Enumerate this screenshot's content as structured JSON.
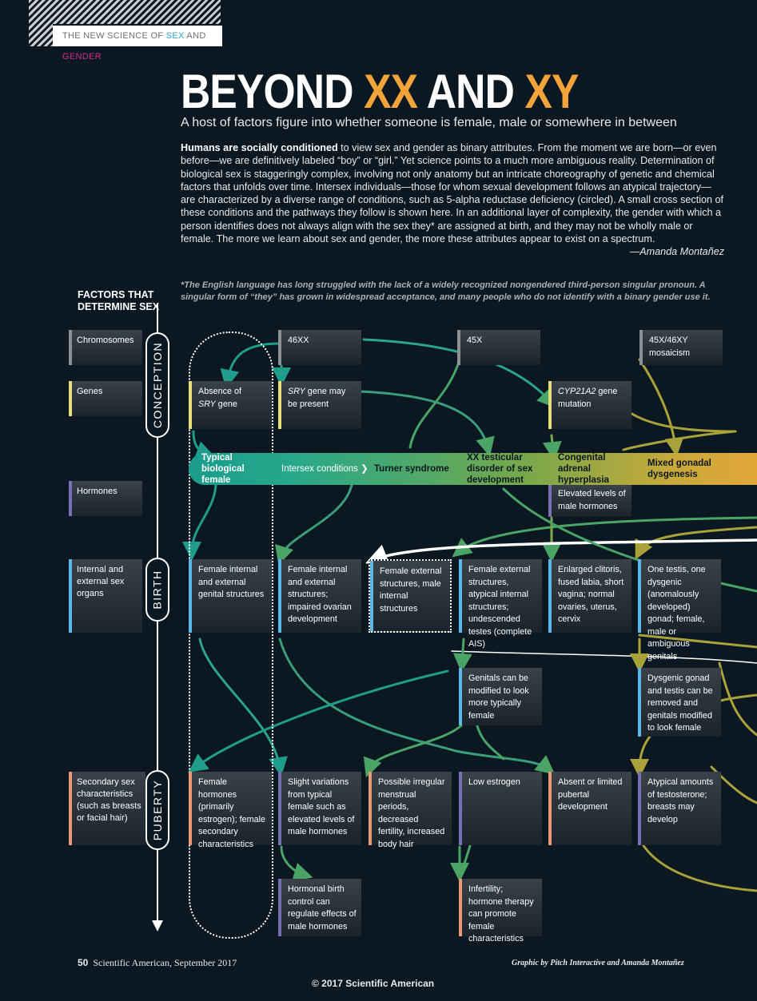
{
  "header": {
    "section_prefix": "THE NEW SCIENCE OF ",
    "section_sex": "SEX",
    "section_and": " AND ",
    "section_gender": "GENDER",
    "title_beyond": "BEYOND ",
    "title_xx": "XX",
    "title_and": " AND ",
    "title_xy": "XY",
    "subtitle": "A host of factors figure into whether someone is female, male or somewhere in between",
    "intro_bold": "Humans are socially conditioned",
    "intro_text": " to view sex and gender as binary attributes. From the moment we are born—or even before—we are definitively labeled “boy” or “girl.” Yet science points to a much more ambiguous reality. Determination of biological sex is staggeringly complex, involving not only anatomy but an intricate choreography of genetic and chemical factors that unfolds over time. Intersex individuals—those for whom sexual development follows an atypical trajectory—are characterized by a diverse range of conditions, such as 5-alpha reductase deficiency (circled). A small cross section of these conditions and the pathways they follow is shown here. In an additional layer of complexity, the gender with which a person identifies does not always align with the sex they* are assigned at birth, and they may not be wholly male or female. The more we learn about sex and gender, the more these attributes appear to exist on a spectrum.",
    "byline": "—Amanda Montañez",
    "footnote": "*The English language has long struggled with the lack of a widely recognized nongendered third-person singular pronoun. A singular form of “they” has grown in widespread acceptance, and many people who do not identify with a binary gender use it."
  },
  "factors_heading": "FACTORS THAT DETERMINE SEX",
  "stages": [
    "CONCEPTION",
    "BIRTH",
    "PUBERTY"
  ],
  "rows": [
    {
      "label": "Chromosomes",
      "color": "#8c9196"
    },
    {
      "label": "Genes",
      "color": "#e4e07a"
    },
    {
      "label": "Hormones",
      "color": "#7a6fb0"
    },
    {
      "label": "Internal and external sex organs",
      "color": "#5bb8e6"
    },
    {
      "label": "Secondary sex characteristics (such as breasts or facial hair)",
      "color": "#e89a78"
    }
  ],
  "chromosomes": [
    {
      "line1": "46XX",
      "line2": ""
    },
    {
      "line1": "45X",
      "line2": ""
    },
    {
      "line1": "45X/46XY",
      "line2": "mosaicism"
    }
  ],
  "genes": [
    {
      "pre": "Absence of",
      "ital": "SRY",
      "post": " gene"
    },
    {
      "pre": "",
      "ital": "SRY",
      "post": " gene may be present"
    },
    {
      "pre": "",
      "ital": "CYP21A2",
      "post": " gene mutation"
    }
  ],
  "band": [
    "Typical biological female",
    "Intersex conditions ❯",
    "Turner syndrome",
    "XX testicular disorder of sex development",
    "Congenital adrenal hyperplasia",
    "Mixed gonadal dysgenesis"
  ],
  "hormones_card": "Elevated levels of male hormones",
  "organs": [
    "Female internal and external genital structures",
    "Female internal and external structures; impaired ovarian development",
    "Female external structures, male internal structures",
    "Female external structures, atypical internal structures; undescended testes (complete AIS)",
    "Enlarged clitoris, fused labia, short vagina; normal ovaries, uterus, cervix",
    "One testis, one dysgenic (anomalously developed) gonad; female, male or ambiguous genitals"
  ],
  "interventions_mid": [
    "Genitals can be modified to look more typically female",
    "Dysgenic gonad and testis can be removed and genitals modified to look female"
  ],
  "secondary": [
    "Female hormones (primarily estrogen); female secondary characteristics",
    "Slight variations from typical female such as elevated levels of male hormones",
    "Possible irregular menstrual periods, decreased fertility, increased body hair",
    "Low estrogen",
    "Absent or limited pubertal development",
    "Atypical amounts of testosterone; breasts may develop"
  ],
  "interventions_low": [
    "Hormonal birth control can regulate effects of male hormones",
    "Infertility; hormone therapy can promote female characteristics"
  ],
  "footer": {
    "page": "50",
    "magazine": "Scientific American, September 2017",
    "credit": "Graphic by Pitch Interactive and Amanda Montañez",
    "copyright": "© 2017 Scientific American"
  },
  "colors": {
    "background": "#0b1721",
    "accent": "#f2a33a",
    "teal": "#1a9c8e",
    "green": "#4fa86a",
    "olive": "#a9a23a"
  }
}
